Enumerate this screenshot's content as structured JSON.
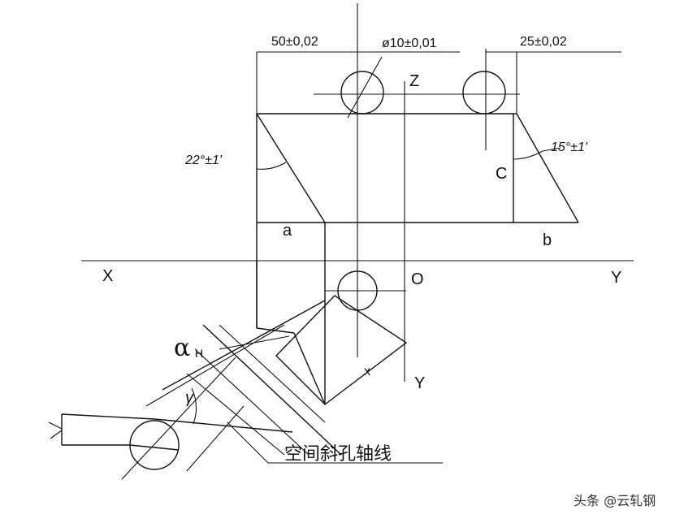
{
  "dimensions": {
    "d1": "50±0,02",
    "d2": "ø10±0,01",
    "d3": "25±0,02",
    "angle_left": "22°±1'",
    "angle_right": "15°±1'"
  },
  "labels": {
    "z": "Z",
    "c": "C",
    "a": "a",
    "b": "b",
    "x_left": "X",
    "y_right": "Y",
    "o": "O",
    "alpha": "α",
    "alpha_sub": "H",
    "gamma": "γ",
    "x_small": "x",
    "y_lower": "Y"
  },
  "caption": "空间斜孔轴线",
  "watermark": "头条 @云轧钢"
}
